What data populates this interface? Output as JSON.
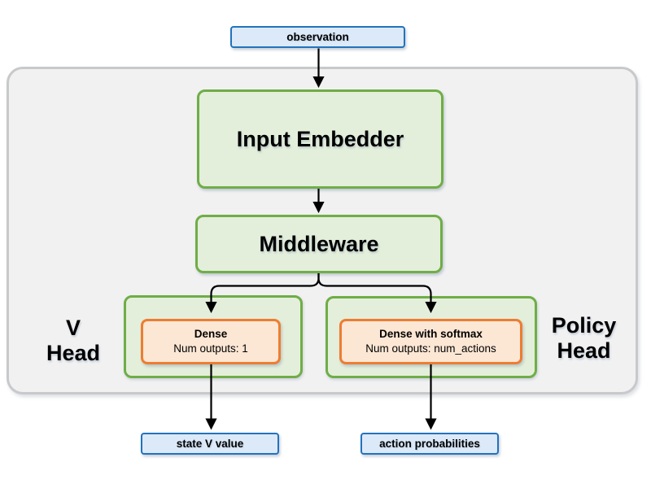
{
  "diagram": {
    "nodes": {
      "observation": {
        "label": "observation"
      },
      "input_embedder": {
        "label": "Input Embedder"
      },
      "middleware": {
        "label": "Middleware"
      },
      "v_head": {
        "line1": "V",
        "line2": "Head"
      },
      "dense": {
        "title": "Dense",
        "subtitle": "Num outputs: 1"
      },
      "policy_head": {
        "line1": "Policy",
        "line2": "Head"
      },
      "dense_softmax": {
        "title": "Dense with softmax",
        "subtitle": "Num outputs: num_actions"
      },
      "state_v_value": {
        "label": "state V value"
      },
      "action_probabilities": {
        "label": "action probabilities"
      }
    },
    "colors": {
      "io_fill": "#dce9f8",
      "io_border": "#2273bd",
      "block_fill": "#e4efdb",
      "block_border": "#70ad47",
      "layer_fill": "#fce6d4",
      "layer_border": "#ed7d31",
      "container_fill": "#f1f1f2",
      "container_border": "#c8c9cb",
      "arrow": "#000000"
    }
  }
}
